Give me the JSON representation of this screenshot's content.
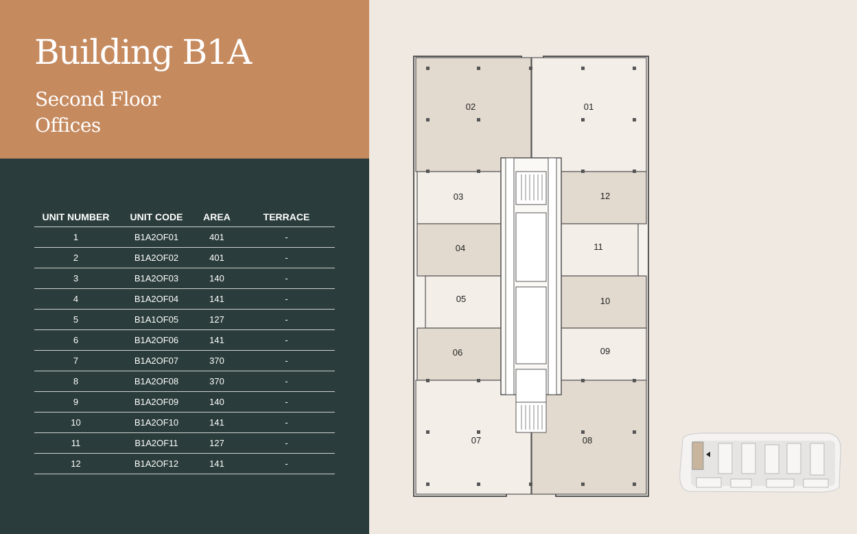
{
  "header": {
    "title": "Building B1A",
    "subtitle_line1": "Second Floor",
    "subtitle_line2": "Offices"
  },
  "table": {
    "headers": [
      "UNIT NUMBER",
      "UNIT CODE",
      "AREA",
      "TERRACE"
    ],
    "rows": [
      {
        "number": "1",
        "code": "B1A2OF01",
        "area": "401",
        "terrace": "-"
      },
      {
        "number": "2",
        "code": "B1A2OF02",
        "area": "401",
        "terrace": "-"
      },
      {
        "number": "3",
        "code": "B1A2OF03",
        "area": "140",
        "terrace": "-"
      },
      {
        "number": "4",
        "code": "B1A2OF04",
        "area": "141",
        "terrace": "-"
      },
      {
        "number": "5",
        "code": "B1A1OF05",
        "area": "127",
        "terrace": "-"
      },
      {
        "number": "6",
        "code": "B1A2OF06",
        "area": "141",
        "terrace": "-"
      },
      {
        "number": "7",
        "code": "B1A2OF07",
        "area": "370",
        "terrace": "-"
      },
      {
        "number": "8",
        "code": "B1A2OF08",
        "area": "370",
        "terrace": "-"
      },
      {
        "number": "9",
        "code": "B1A2OF09",
        "area": "140",
        "terrace": "-"
      },
      {
        "number": "10",
        "code": "B1A2OF10",
        "area": "141",
        "terrace": "-"
      },
      {
        "number": "11",
        "code": "B1A2OF11",
        "area": "127",
        "terrace": "-"
      },
      {
        "number": "12",
        "code": "B1A2OF12",
        "area": "141",
        "terrace": "-"
      }
    ]
  },
  "floorplan": {
    "units": [
      {
        "label": "01",
        "shade": "light"
      },
      {
        "label": "02",
        "shade": "dark"
      },
      {
        "label": "03",
        "shade": "light"
      },
      {
        "label": "12",
        "shade": "dark"
      },
      {
        "label": "04",
        "shade": "dark"
      },
      {
        "label": "11",
        "shade": "light"
      },
      {
        "label": "05",
        "shade": "light"
      },
      {
        "label": "10",
        "shade": "dark"
      },
      {
        "label": "06",
        "shade": "dark"
      },
      {
        "label": "09",
        "shade": "light"
      },
      {
        "label": "07",
        "shade": "light"
      },
      {
        "label": "08",
        "shade": "dark"
      }
    ]
  },
  "colors": {
    "accent": "#c68a5f",
    "panel": "#2a3c3b",
    "background": "#efe9e2",
    "unit_light": "#f3eee8",
    "unit_dark": "#e2d9cf"
  }
}
